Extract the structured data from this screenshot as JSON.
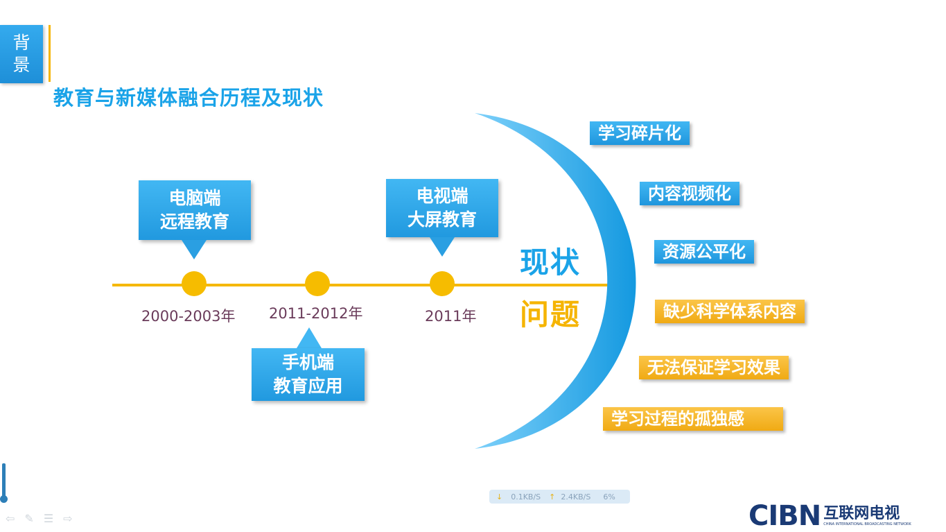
{
  "section_tag": {
    "line1": "背",
    "line2": "景"
  },
  "title": "教育与新媒体融合历程及现状",
  "timeline": {
    "events": [
      {
        "year": "2000-2003年",
        "line1": "电脑端",
        "line2": "远程教育",
        "position": "above"
      },
      {
        "year": "2011-2012年",
        "line1": "手机端",
        "line2": "教育应用",
        "position": "below"
      },
      {
        "year": "2011年",
        "line1": "电视端",
        "line2": "大屏教育",
        "position": "above"
      }
    ]
  },
  "labels": {
    "status": "现状",
    "problems": "问题"
  },
  "status_items": [
    "学习碎片化",
    "内容视频化",
    "资源公平化"
  ],
  "problem_items": [
    "缺少科学体系内容",
    "无法保证学习效果",
    "学习过程的孤独感"
  ],
  "netbar": {
    "down": "0.1KB/S",
    "up": "2.4KB/S",
    "cpu": "6%"
  },
  "logo": {
    "mark": "CIBN",
    "cn": "互联网电视",
    "en": "CHINA INTERNATIONAL BROADCASTING NETWORK"
  },
  "colors": {
    "blue": "#1aa3e8",
    "gold": "#f5b800",
    "status_label": "#1aa3e8",
    "problem_label": "#f5b400"
  },
  "icons": [
    "arrow-left-icon",
    "pen-icon",
    "menu-icon",
    "arrow-right-icon"
  ]
}
